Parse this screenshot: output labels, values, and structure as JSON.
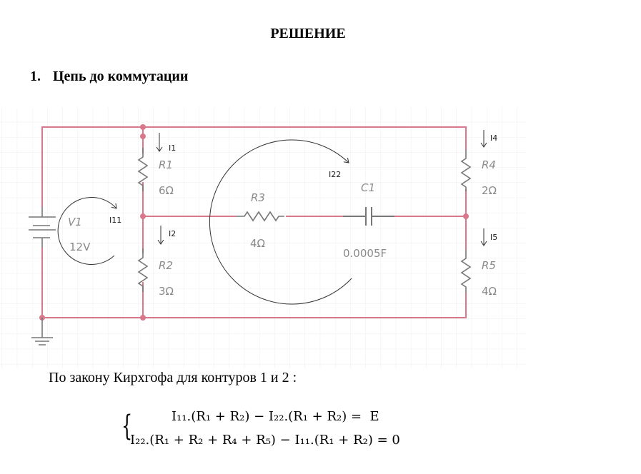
{
  "title": "РЕШЕНИЕ",
  "section": {
    "number": "1.",
    "label": "Цепь до коммутации"
  },
  "circuit": {
    "V1": {
      "name": "V1",
      "value": "12V"
    },
    "R1": {
      "name": "R1",
      "value": "6Ω"
    },
    "R2": {
      "name": "R2",
      "value": "3Ω"
    },
    "R3": {
      "name": "R3",
      "value": "4Ω"
    },
    "R4": {
      "name": "R4",
      "value": "2Ω"
    },
    "R5": {
      "name": "R5",
      "value": "4Ω"
    },
    "C1": {
      "name": "C1",
      "value": "0.0005F"
    },
    "currents": {
      "I1": "I1",
      "I2": "I2",
      "I4": "I4",
      "I5": "I5",
      "I11": "I11",
      "I22": "I22"
    },
    "wire_color": "#d9788a"
  },
  "paragraph": "По закону Кирхгофа для контуров 1 и 2 :",
  "equations": [
    "I₁₁.(R₁ + R₂) − I₂₂.(R₁ + R₂) =  E",
    "I₂₂.(R₁ + R₂ + R₄ + R₅) − I₁₁.(R₁ + R₂) = 0"
  ]
}
